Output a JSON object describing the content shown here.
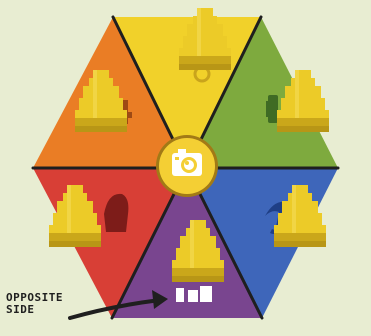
{
  "board": {
    "center_icon": "camera-icon",
    "colors": {
      "background": "#e8edd2",
      "border": "#1f1f1f",
      "pawn": "#eccb28",
      "center": "#f4cf34"
    },
    "sectors": [
      {
        "name": "yellow",
        "color": "#f1d12a",
        "icon": "camera-icon"
      },
      {
        "name": "green",
        "color": "#7eaa3e",
        "icon": "book-icon"
      },
      {
        "name": "blue",
        "color": "#3e66ba",
        "icon": "umbrella-icon"
      },
      {
        "name": "purple",
        "color": "#79458f",
        "icon": "signpost-icon"
      },
      {
        "name": "red",
        "color": "#d83f36",
        "icon": "helmet-icon"
      },
      {
        "name": "orange",
        "color": "#ea7d25",
        "icon": "tree-icon"
      }
    ]
  },
  "callout": {
    "line1": "OPPOSITE",
    "line2": "SIDE"
  }
}
